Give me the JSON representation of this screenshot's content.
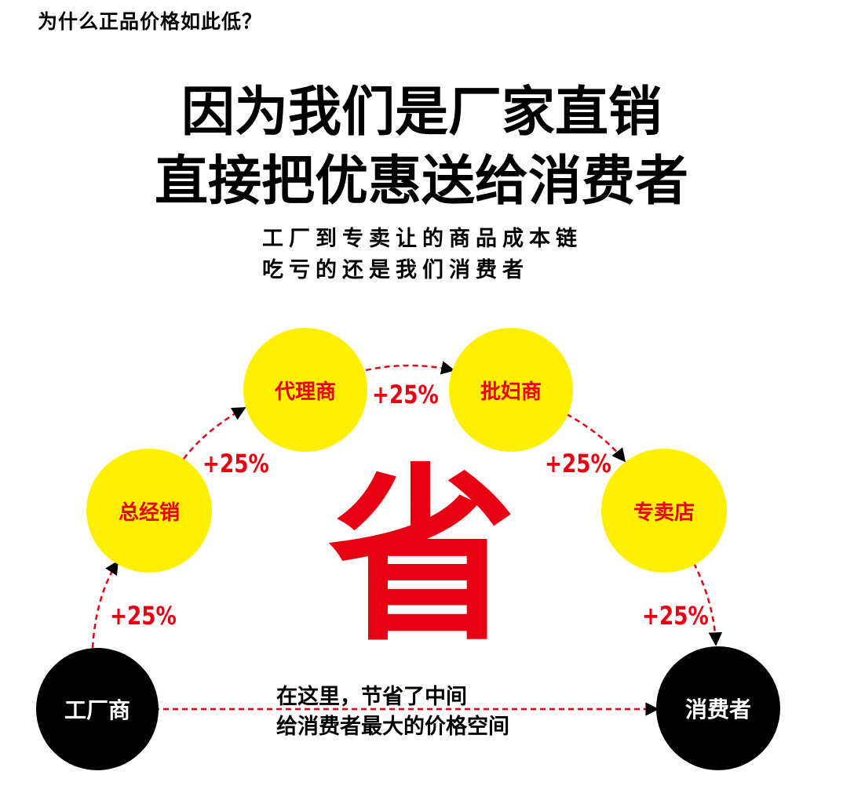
{
  "top_question": "为什么正品价格如此低？",
  "headline": {
    "line1": "因为我们是厂家直销",
    "line2": "直接把优惠送给消费者"
  },
  "subline": {
    "line1": "工厂到专卖让的商品成本链",
    "line2": "吃亏的还是我们消费者"
  },
  "nodes": {
    "factory": "工厂商",
    "general_distributor": "总经销",
    "agent": "代理商",
    "wholesaler": "批妇商",
    "store": "专卖店",
    "consumer": "消费者"
  },
  "markups": [
    "+25%",
    "+25%",
    "+25%",
    "+25%",
    "+25%"
  ],
  "center_char": "省",
  "note": {
    "line1": "在这里，节省了中间",
    "line2": "给消费者最大的价格空间"
  },
  "colors": {
    "accent_red": "#e60012",
    "yellow": "#fff000",
    "black": "#000000"
  }
}
